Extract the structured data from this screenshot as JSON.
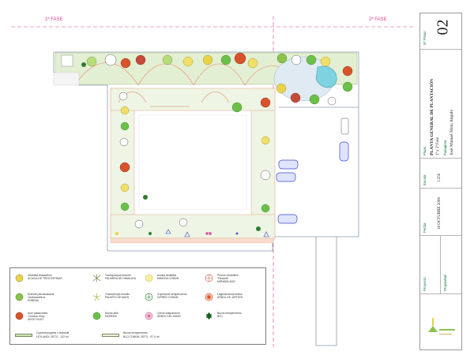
{
  "phases": {
    "phase1": "1ª FASE",
    "phase2": "2ª FASE"
  },
  "title_block": {
    "plan_no_label": "Nº Plano",
    "plan_no": "02",
    "plan_label": "Plano",
    "plan_title_1": "PLANTA GENERAL DE PLANTACIÓN",
    "plan_title_2": "1ª y 2ª Fase",
    "author_label": "Paisajista",
    "author": "José Manuel Mota Angulo",
    "scale_label": "Escala",
    "scale": "1:250",
    "date_label": "Fecha",
    "date": "16 OCTUBRE 2006",
    "project_label": "Proyecto",
    "owner_label": "Propiedad"
  },
  "legend": {
    "items": [
      {
        "l1": "Gleditsia triacanthos",
        "l2": "ACACIA DE TRES ESPINAS",
        "l3": "",
        "color": "#e8d24a",
        "icon": "tree-yellow-icon"
      },
      {
        "l1": "Robinia pseudoacacia",
        "l2": "'Umbraculifera'",
        "l3": "ROBINIA",
        "color": "#8bc34a",
        "icon": "tree-green-icon"
      },
      {
        "l1": "Acer platanoides",
        "l2": "'Crimson King'",
        "l3": "ARCE ROJO",
        "color": "#d9532a",
        "icon": "tree-red-icon"
      },
      {
        "l1": "Trachycarpus fortunei",
        "l2": "PALMERA DE HIMALAYA",
        "l3": "",
        "color": "#6a7a3a",
        "icon": "palm-icon"
      },
      {
        "l1": "Chamaerops humilis",
        "l2": "PALMITO DE MATA",
        "l3": "",
        "color": "#a8b84a",
        "icon": "dwarf-palm-icon"
      },
      {
        "l1": "Morus alba",
        "l2": "MORERA",
        "l3": "",
        "color": "#6cc04a",
        "icon": "tree-lightgreen-icon"
      },
      {
        "l1": "Acacia dealbata",
        "l2": "MIMOSA COMÚN",
        "l3": "",
        "color": "#e8d24a",
        "icon": "mimosa-icon"
      },
      {
        "l1": "Cupressus sempervirens",
        "l2": "CIPRÉS COMÚN",
        "l3": "",
        "color": "#2e7d32",
        "icon": "cypress-icon"
      },
      {
        "l1": "Cercis siliquastrum",
        "l2": "ÁRBOL DEL AMOR",
        "l3": "",
        "color": "#d86aa0",
        "icon": "tree-pink-icon"
      },
      {
        "l1": "Prunus cerasifera",
        "l2": "'Pissardii'",
        "l3": "MIRABOLANO",
        "color": "#c44a3a",
        "icon": "prunus-icon"
      },
      {
        "l1": "Lagerstroemia indica",
        "l2": "ÁRBOL DE JÚPITER",
        "l3": "",
        "color": "#d9532a",
        "icon": "lagerstroemia-icon"
      },
      {
        "l1": "Buxus sempervirens",
        "l2": "BOJ",
        "l3": "",
        "color": "#1b5e20",
        "icon": "buxus-icon"
      }
    ],
    "hedges": [
      {
        "l1": "Cupressocyparis x leylandii",
        "l2": "LEYLANDI, SETO - 122 ml"
      },
      {
        "l1": "Buxus sempervirens",
        "l2": "BOJ COMÚN, SETO - 97.0 ml"
      }
    ]
  },
  "colors": {
    "phase_line": "#e23b8a",
    "wall": "#8a9bb0",
    "path": "#e8a38a",
    "lawn": "#cfe3b5",
    "accent_blue": "#3a48c8"
  }
}
